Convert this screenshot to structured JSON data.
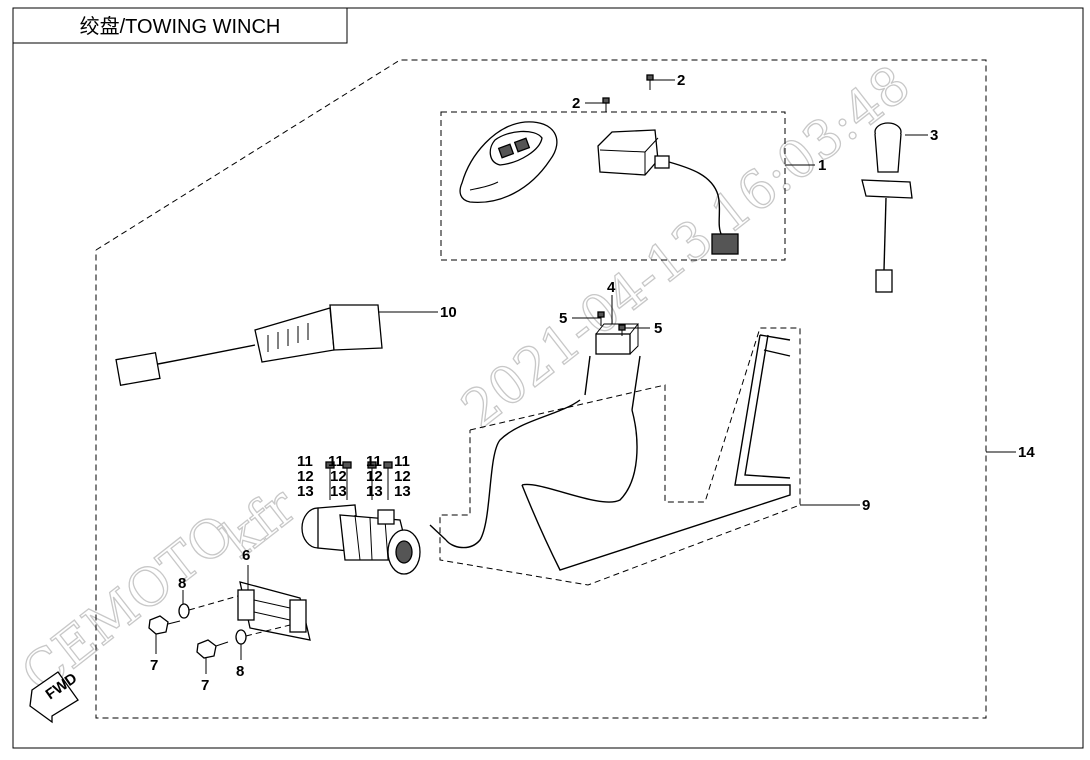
{
  "header": {
    "title": "绞盘/TOWING WINCH"
  },
  "watermark": {
    "brand": "CEMOTO",
    "user": "kfr",
    "timestamp": "2021-04-13 16:03:48"
  },
  "orientation": {
    "label": "FWD"
  },
  "callouts": {
    "c1": "1",
    "c2a": "2",
    "c2b": "2",
    "c3": "3",
    "c4": "4",
    "c5a": "5",
    "c5b": "5",
    "c6": "6",
    "c7a": "7",
    "c7b": "7",
    "c8a": "8",
    "c8b": "8",
    "c9": "9",
    "c10": "10",
    "c11a": "11",
    "c11b": "11",
    "c11c": "11",
    "c11d": "11",
    "c12a": "12",
    "c12b": "12",
    "c12c": "12",
    "c12d": "12",
    "c13a": "13",
    "c13b": "13",
    "c13c": "13",
    "c13d": "13",
    "c14": "14"
  }
}
